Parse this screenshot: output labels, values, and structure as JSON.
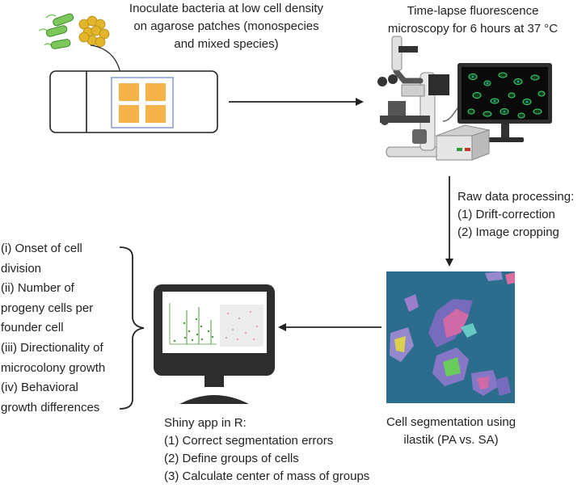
{
  "inoculate": {
    "line1": "Inoculate bacteria at low cell density",
    "line2": "on agarose patches (monospecies",
    "line3": "and mixed species)"
  },
  "timelapse": {
    "line1": "Time-lapse fluorescence",
    "line2": "microscopy for 6 hours at 37 °C"
  },
  "processing": {
    "line1": "Raw data processing:",
    "line2": "(1) Drift-correction",
    "line3": "(2) Image cropping"
  },
  "segmentation": {
    "line1": "Cell segmentation using",
    "line2": "ilastik (PA vs. SA)"
  },
  "shiny": {
    "line1": "Shiny app in R:",
    "line2": "(1) Correct segmentation errors",
    "line3": "(2) Define groups of cells",
    "line4": "(3) Calculate center of mass of groups"
  },
  "outputs": [
    "(i) Onset of cell",
    "division",
    "(ii) Number of",
    "progeny cells per",
    "founder cell",
    "(iii) Directionality of",
    "microcolony growth",
    "(iv) Behavioral",
    "growth differences"
  ],
  "colors": {
    "patch": "#f5b349",
    "patch_frame": "#8ea2d8",
    "rod_bacteria": "#6cbf4a",
    "cocci": "#e3b52a",
    "segmentation_bg": "#2c6d8e",
    "monitor_dark": "#2d2d2d",
    "arrow": "#222222"
  },
  "icons": [
    "slide-icon",
    "microscope-icon",
    "fluorescence-monitor-icon",
    "segmentation-image",
    "computer-monitor-icon"
  ]
}
